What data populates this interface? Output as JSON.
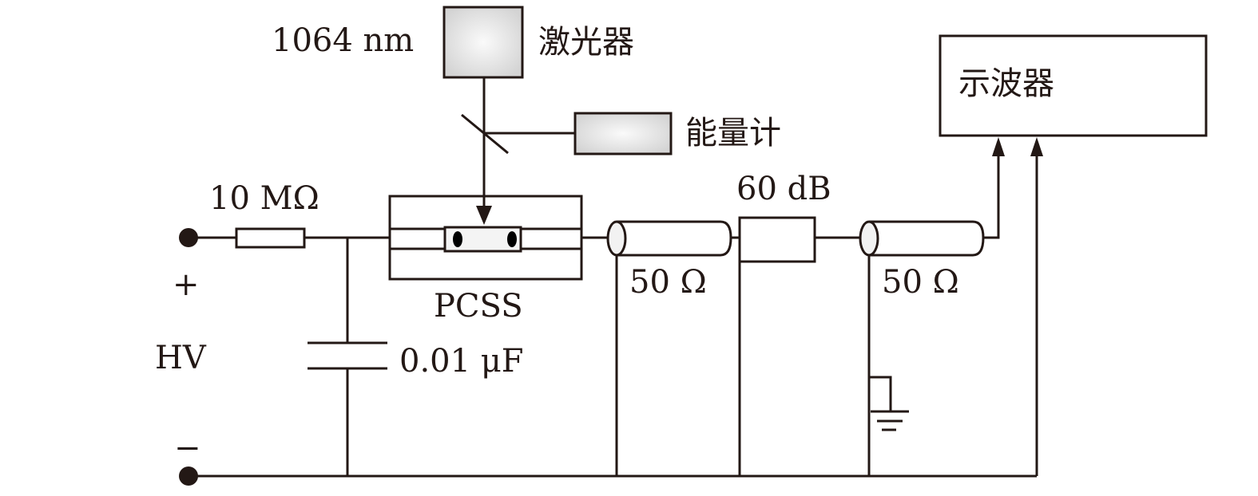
{
  "labels": {
    "laser_wavelength": "1064 nm",
    "laser": "激光器",
    "energy_meter": "能量计",
    "oscilloscope": "示波器",
    "resistor": "10 MΩ",
    "pcss": "PCSS",
    "capacitor": "0.01 μF",
    "attenuator": "60 dB",
    "coax1": "50 Ω",
    "coax2": "50 Ω",
    "plus": "+",
    "hv": "HV",
    "minus": "−"
  },
  "colors": {
    "line": "#231815",
    "device_fill": "#e6e6e6"
  }
}
